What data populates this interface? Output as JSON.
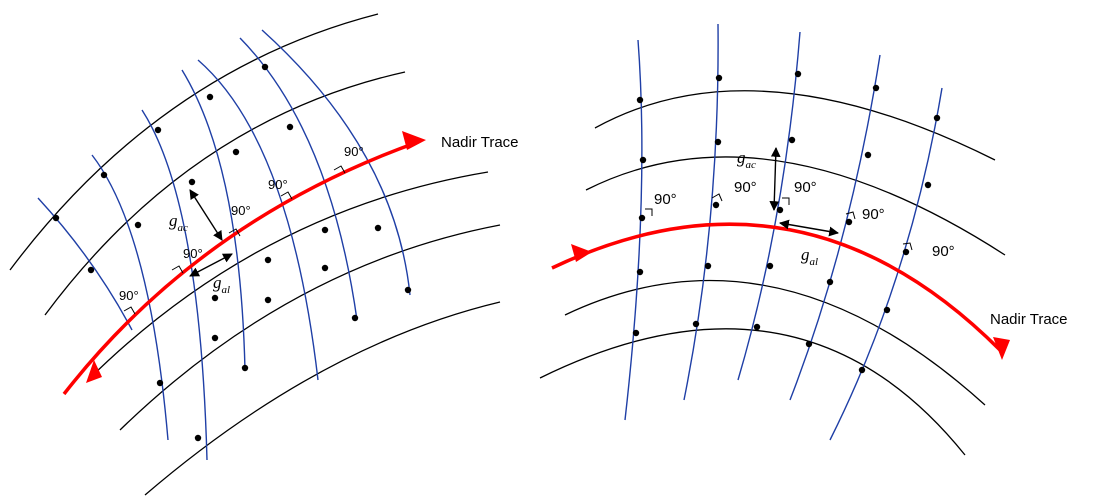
{
  "colors": {
    "along_track_lines": "#000000",
    "cross_track_lines": "#1f3fa6",
    "nadir_trace": "#ff0000",
    "grid_points": "#000000"
  },
  "left_panel": {
    "trace_label": "Nadir Trace",
    "angles": [
      "90°",
      "90°",
      "90°",
      "90°"
    ],
    "gac": {
      "base": "g",
      "sub": "ac"
    },
    "gal": {
      "base": "g",
      "sub": "al"
    }
  },
  "right_panel": {
    "trace_label": "Nadir Trace",
    "angles": [
      "90°",
      "90°",
      "90°",
      "90°"
    ],
    "gac": {
      "base": "g",
      "sub": "ac"
    },
    "gal": {
      "base": "g",
      "sub": "al"
    }
  }
}
